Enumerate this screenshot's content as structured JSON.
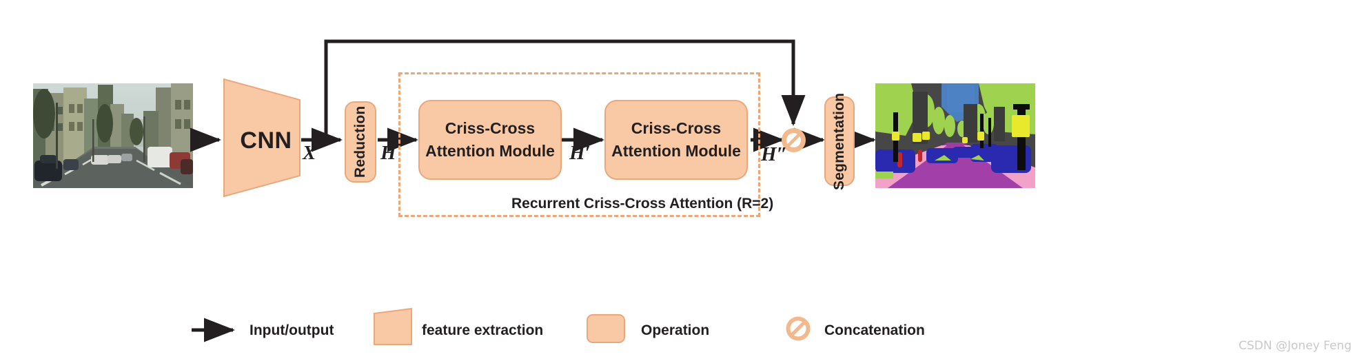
{
  "figure": {
    "title_watermark": "CSDN @Joney Feng"
  },
  "blocks": {
    "cnn": {
      "label": "CNN",
      "shape": "trapezoid",
      "role": "feature extraction"
    },
    "reduction": {
      "label": "Reduction",
      "orientation": "vertical"
    },
    "attention_1": {
      "line1": "Criss-Cross",
      "line2": "Attention Module"
    },
    "attention_2": {
      "line1": "Criss-Cross",
      "line2": "Attention Module"
    },
    "segmentation": {
      "label": "Segmentation",
      "orientation": "vertical"
    },
    "concat": {
      "name": "Concatenation",
      "icon": "no-entry-circle-icon"
    }
  },
  "tensors": {
    "x": "X",
    "h": "H",
    "h_prime": "H′",
    "h_double_prime": "H″"
  },
  "group": {
    "caption": "Recurrent Criss-Cross Attention (R=2)",
    "style": "dashed"
  },
  "images": {
    "input": {
      "alt": "input street scene photograph"
    },
    "output": {
      "alt": "semantic segmentation map"
    }
  },
  "legend": {
    "items": [
      {
        "key": "arrow",
        "label": "Input/output",
        "glyph": "arrow-icon"
      },
      {
        "key": "trapezoid",
        "label": "feature extraction",
        "glyph": "trapezoid-icon"
      },
      {
        "key": "rounded-rect",
        "label": "Operation",
        "glyph": "rounded-rect-icon"
      },
      {
        "key": "circle-slash",
        "label": "Concatenation",
        "glyph": "no-entry-circle-icon"
      }
    ]
  },
  "colors": {
    "fill": "#f8c9a4",
    "stroke": "#eba77c",
    "dashed": "#eda677",
    "arrow": "#231f20",
    "concat": "#f3b98c",
    "text": "#231f20",
    "watermark": "#c9c9c9"
  }
}
